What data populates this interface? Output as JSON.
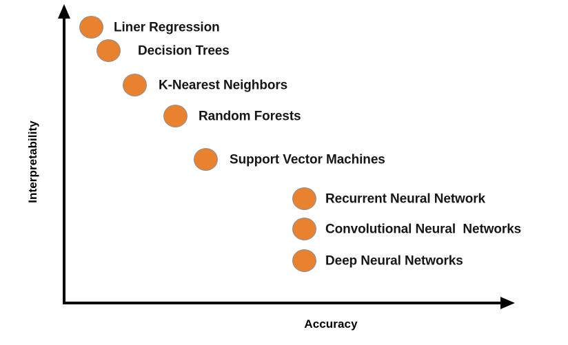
{
  "chart_data": {
    "type": "scatter",
    "title": "",
    "xlabel": "Accuracy",
    "ylabel": "Interpretability",
    "grid": false,
    "legend": "none",
    "axis_style": "arrow",
    "xlim": [
      0,
      10
    ],
    "ylim": [
      0,
      10
    ],
    "marker_color": "#e8822e",
    "marker_border_color": "#8b8e97",
    "label_color": "#161616",
    "axis_color": "#000000",
    "points": [
      {
        "label": "Liner Regression",
        "x": 0.7,
        "y": 9.6
      },
      {
        "label": "Decision Trees",
        "x": 1.1,
        "y": 8.8
      },
      {
        "label": "K-Nearest Neighbors",
        "x": 1.7,
        "y": 7.6
      },
      {
        "label": "Random Forests",
        "x": 2.6,
        "y": 6.5
      },
      {
        "label": "Support Vector Machines",
        "x": 3.3,
        "y": 5.0
      },
      {
        "label": "Recurrent Neural Network",
        "x": 5.5,
        "y": 3.6
      },
      {
        "label": "Convolutional Neural  Networks",
        "x": 5.5,
        "y": 2.5
      },
      {
        "label": "Deep Neural Networks",
        "x": 5.5,
        "y": 1.4
      }
    ]
  },
  "axes": {
    "y_title": "Interpretability",
    "x_title": "Accuracy"
  },
  "points_layout": [
    {
      "marker_left": 115,
      "marker_top": 23,
      "label_left": 50
    },
    {
      "marker_left": 140,
      "marker_top": 57,
      "label_left": 60
    },
    {
      "marker_left": 178,
      "marker_top": 107,
      "label_left": 52
    },
    {
      "marker_left": 237,
      "marker_top": 152,
      "label_left": 51
    },
    {
      "marker_left": 281,
      "marker_top": 215,
      "label_left": 52
    },
    {
      "marker_left": 424,
      "marker_top": 272,
      "label_left": 48
    },
    {
      "marker_left": 424,
      "marker_top": 316,
      "label_left": 48
    },
    {
      "marker_left": 424,
      "marker_top": 362,
      "label_left": 48
    }
  ]
}
